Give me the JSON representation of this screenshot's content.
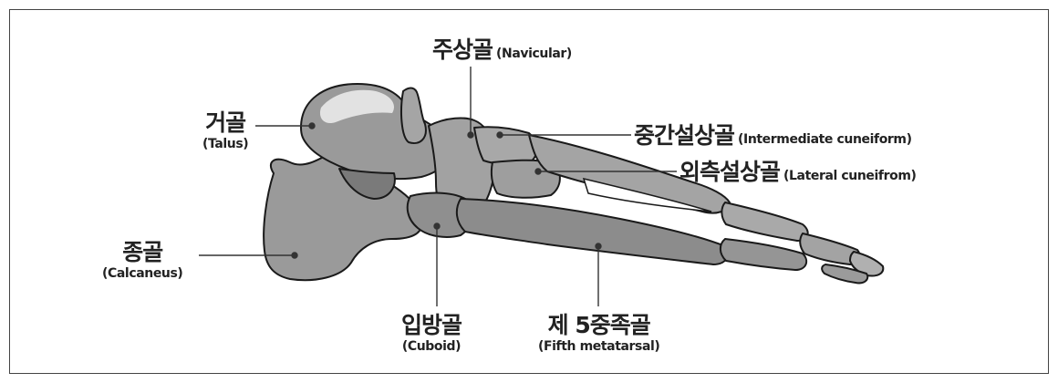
{
  "labels": {
    "talus": {
      "ko": "거골",
      "en": "(Talus)"
    },
    "calcaneus": {
      "ko": "종골",
      "en": "(Calcaneus)"
    },
    "navicular": {
      "ko": "주상골",
      "en": "(Navicular)"
    },
    "intermediate_cuneiform": {
      "ko": "중간설상골",
      "en": "(Intermediate cuneiform)"
    },
    "lateral_cuneiform": {
      "ko": "외측설상골",
      "en": "(Lateral cuneifrom)"
    },
    "cuboid": {
      "ko": "입방골",
      "en": "(Cuboid)"
    },
    "fifth_metatarsal": {
      "ko": "제 5중족골",
      "en": "(Fifth metatarsal)"
    }
  },
  "colors": {
    "bone_fill": "#9a9a9a",
    "bone_light": "#b4b4b4",
    "bone_dark": "#7c7c7c",
    "talus_highlight": "#e2e2e2",
    "outline": "#1a1a1a",
    "leader_line": "#333333",
    "text": "#222222"
  }
}
